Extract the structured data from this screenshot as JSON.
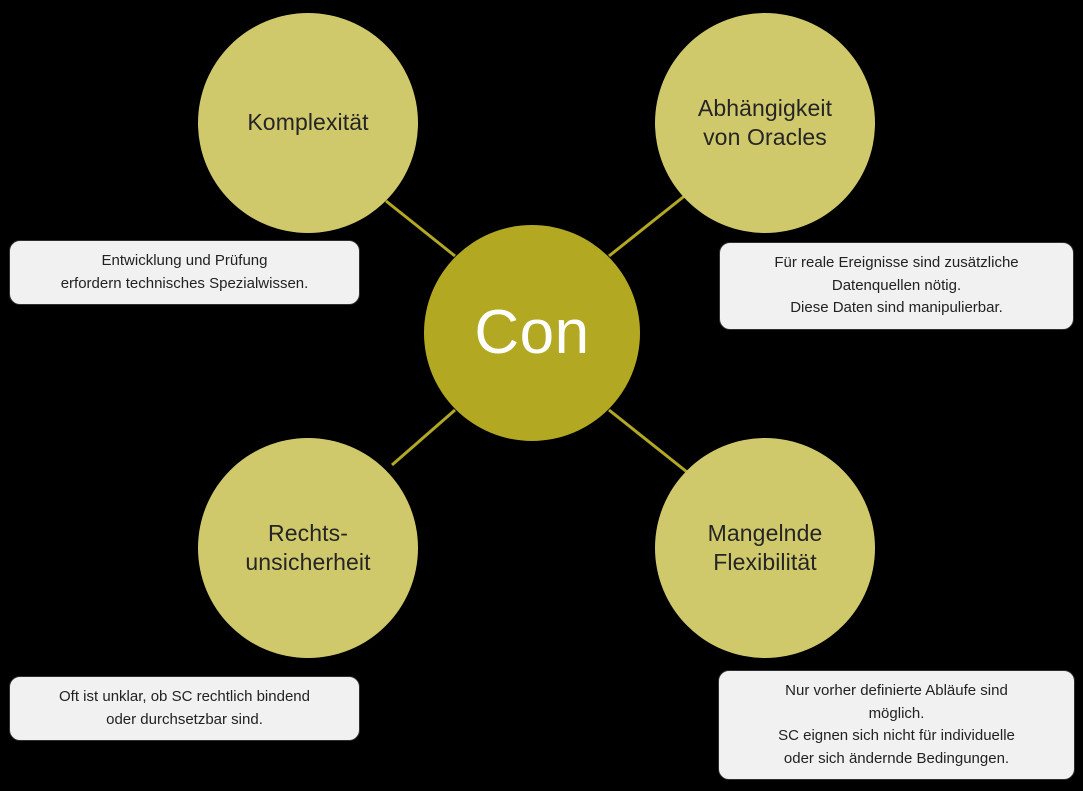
{
  "diagram": {
    "hub": {
      "label": "Con",
      "color": "#b3a822",
      "text_color": "#ffffff"
    },
    "node_color": "#d0c96b",
    "connector_color": "#b3a822",
    "box_background": "#f1f1f1",
    "box_border": "#2f2f2f",
    "background": "#000000",
    "nodes": [
      {
        "id": "complexity",
        "label": "Komplexität",
        "callout": "Entwicklung und Prüfung\nerfordern technisches Spezialwissen."
      },
      {
        "id": "oracles",
        "label": "Abhängigkeit\nvon Oracles",
        "callout": "Für reale Ereignisse sind zusätzliche\nDatenquellen nötig.\nDiese Daten sind manipulierbar."
      },
      {
        "id": "legal",
        "label": "Rechts-\nunsicherheit",
        "callout": "Oft ist unklar, ob SC rechtlich bindend\noder durchsetzbar sind."
      },
      {
        "id": "flexibility",
        "label": "Mangelnde\nFlexibilität",
        "callout": "Nur vorher definierte Abläufe sind\nmöglich.\nSC eignen sich nicht für individuelle\noder sich ändernde Bedingungen."
      }
    ]
  }
}
